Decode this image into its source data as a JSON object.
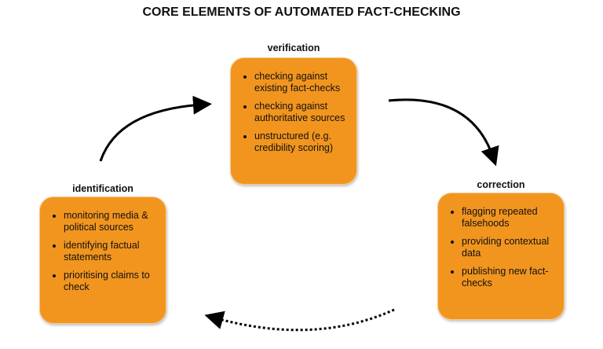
{
  "title": "CORE ELEMENTS OF AUTOMATED FACT-CHECKING",
  "stages": [
    {
      "name": "verification",
      "items": [
        "checking against existing fact-checks",
        "checking against authoritative sources",
        "unstructured (e.g. credibility scoring)"
      ]
    },
    {
      "name": "identification",
      "items": [
        "monitoring media & political sources",
        "identifying factual statements",
        "prioritising claims to check"
      ]
    },
    {
      "name": "correction",
      "items": [
        "flagging repeated falsehoods",
        "providing contextual data",
        "publishing new fact-checks"
      ]
    }
  ],
  "colors": {
    "box": "#f2951f",
    "arrow": "#000000"
  }
}
